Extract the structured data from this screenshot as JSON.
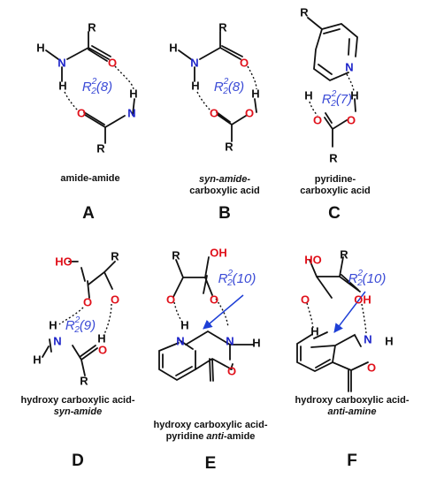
{
  "labels": {
    "R": "R",
    "H": "H",
    "N": "N",
    "O": "O",
    "OH": "OH",
    "HO": "HO"
  },
  "panels": [
    {
      "id": "A",
      "letter": "A",
      "caption": [
        "amide-amide"
      ],
      "motif": {
        "letter": "R",
        "sup": "2",
        "sub": "2",
        "ring": "(8)"
      }
    },
    {
      "id": "B",
      "letter": "B",
      "caption": [
        "syn-amide-",
        "carboxylic acid"
      ],
      "motif": {
        "letter": "R",
        "sup": "2",
        "sub": "2",
        "ring": "(8)"
      }
    },
    {
      "id": "C",
      "letter": "C",
      "caption": [
        "pyridine-",
        "carboxylic acid"
      ],
      "motif": {
        "letter": "R",
        "sup": "2",
        "sub": "2",
        "ring": "(7)"
      }
    },
    {
      "id": "D",
      "letter": "D",
      "caption": [
        "hydroxy carboxylic acid-",
        "syn-amide"
      ],
      "motif": {
        "letter": "R",
        "sup": "2",
        "sub": "2",
        "ring": "(9)"
      }
    },
    {
      "id": "E",
      "letter": "E",
      "caption": [
        "hydroxy carboxylic acid-",
        "pyridine anti-amide"
      ],
      "motif": {
        "letter": "R",
        "sup": "2",
        "sub": "2",
        "ring": "(10)"
      }
    },
    {
      "id": "F",
      "letter": "F",
      "caption": [
        "hydroxy carboxylic acid-",
        "anti-amine"
      ],
      "motif": {
        "letter": "R",
        "sup": "2",
        "sub": "2",
        "ring": "(10)"
      }
    }
  ],
  "colors": {
    "nitrogen": "#1c23c9",
    "oxygen": "#e0101a",
    "motif": "#3b4bd6",
    "arrow": "#1e3fd6",
    "bond": "#111111"
  }
}
